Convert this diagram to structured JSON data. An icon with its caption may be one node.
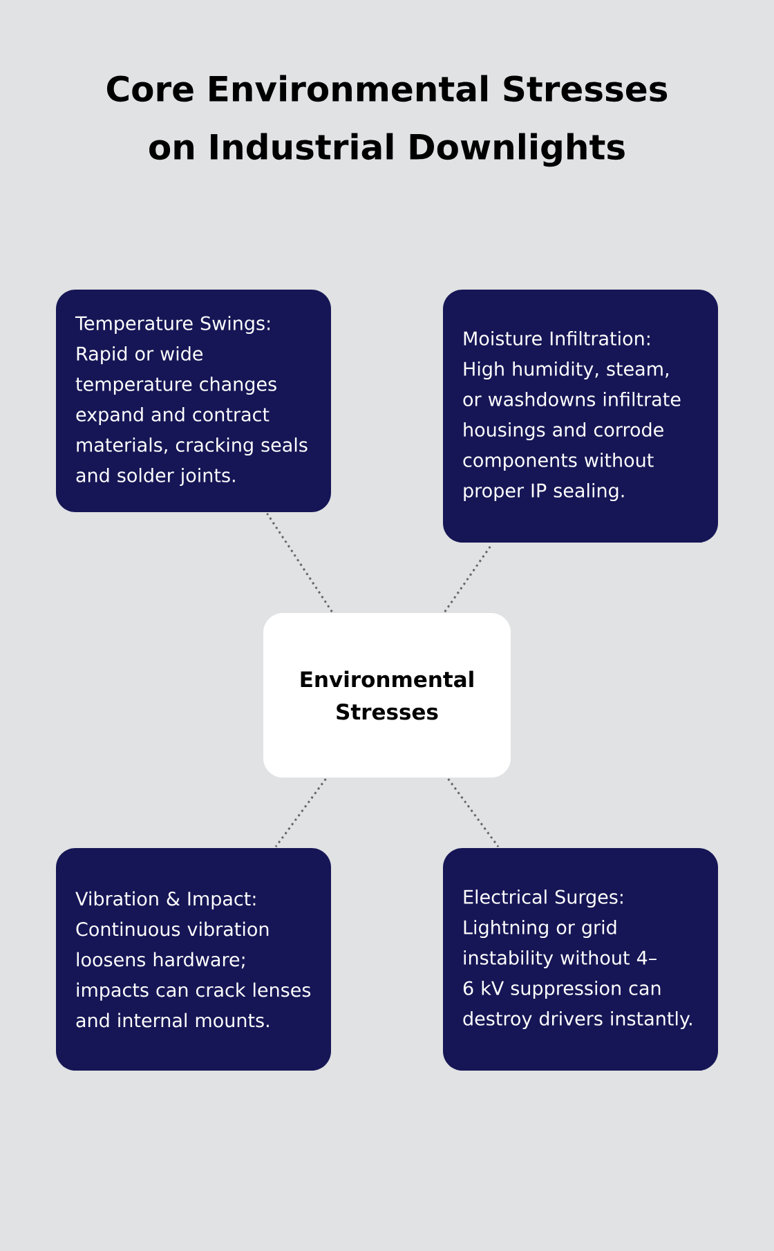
{
  "diagram": {
    "title": "Core Environmental Stresses on Industrial Downlights",
    "nodes": [
      {
        "text": [
          "Temperature Swings: Rapid or wide temperature changes expand and contract materials, cracking seals and solder joints."
        ]
      },
      {
        "text": [
          "Moisture Infiltration: High humidity, steam, or washdowns infiltrate housings and corrode components without proper IP sealing."
        ]
      },
      {
        "text": [
          "Environmental Stresses"
        ]
      },
      {
        "text": [
          "Vibration & Impact: Continuous vibration loosens hardware; impacts can crack lenses and internal mounts."
        ]
      },
      {
        "text": [
          "Electrical Surges: Lightning or grid instability without 4–6 kV suppression can destroy drivers instantly."
        ]
      }
    ],
    "edges": [
      {
        "from": 2,
        "to": 0,
        "arrow": "none"
      },
      {
        "from": 2,
        "to": 1,
        "arrow": "none"
      },
      {
        "from": 2,
        "to": 3,
        "arrow": "none"
      },
      {
        "from": 2,
        "to": 4,
        "arrow": "none"
      }
    ]
  }
}
